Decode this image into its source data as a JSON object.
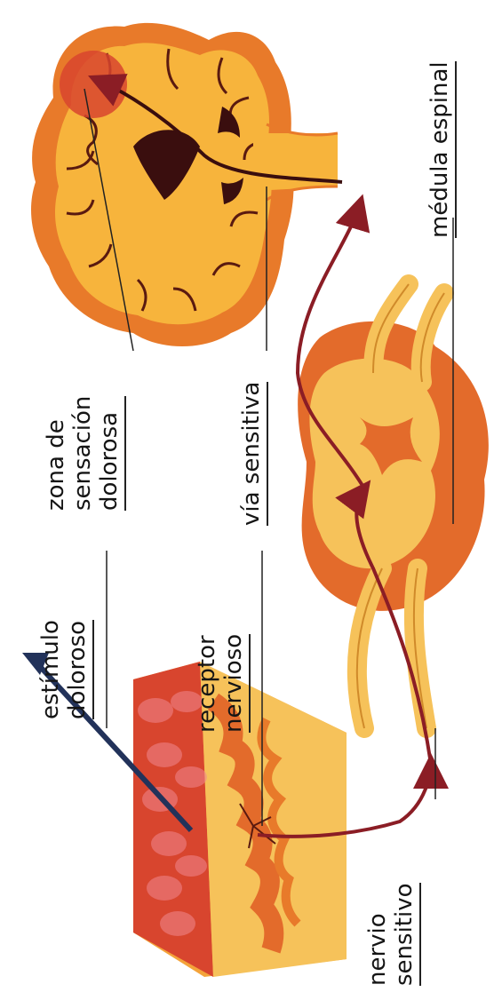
{
  "labels": {
    "zona_line1": "zona de",
    "zona_line2": "sensación",
    "zona_line3": "dolorosa",
    "estimulo_line1": "estímulo",
    "estimulo_line2": "doloroso",
    "receptor_line1": "receptor",
    "receptor_line2": "nervioso",
    "via": "vía sensitiva",
    "medula": "médula espinal",
    "nervio_line1": "nervio",
    "nervio_line2": "sensitivo"
  },
  "colors": {
    "brain_outer": "#e87a2a",
    "brain_inner": "#f7b43c",
    "skin_top": "#d8452e",
    "skin_mid": "#f4a33a",
    "spine_cord": "#f6c25a",
    "grey_matter": "#e36b2b",
    "arrow": "#8b1d25",
    "needle": "#22325a"
  }
}
